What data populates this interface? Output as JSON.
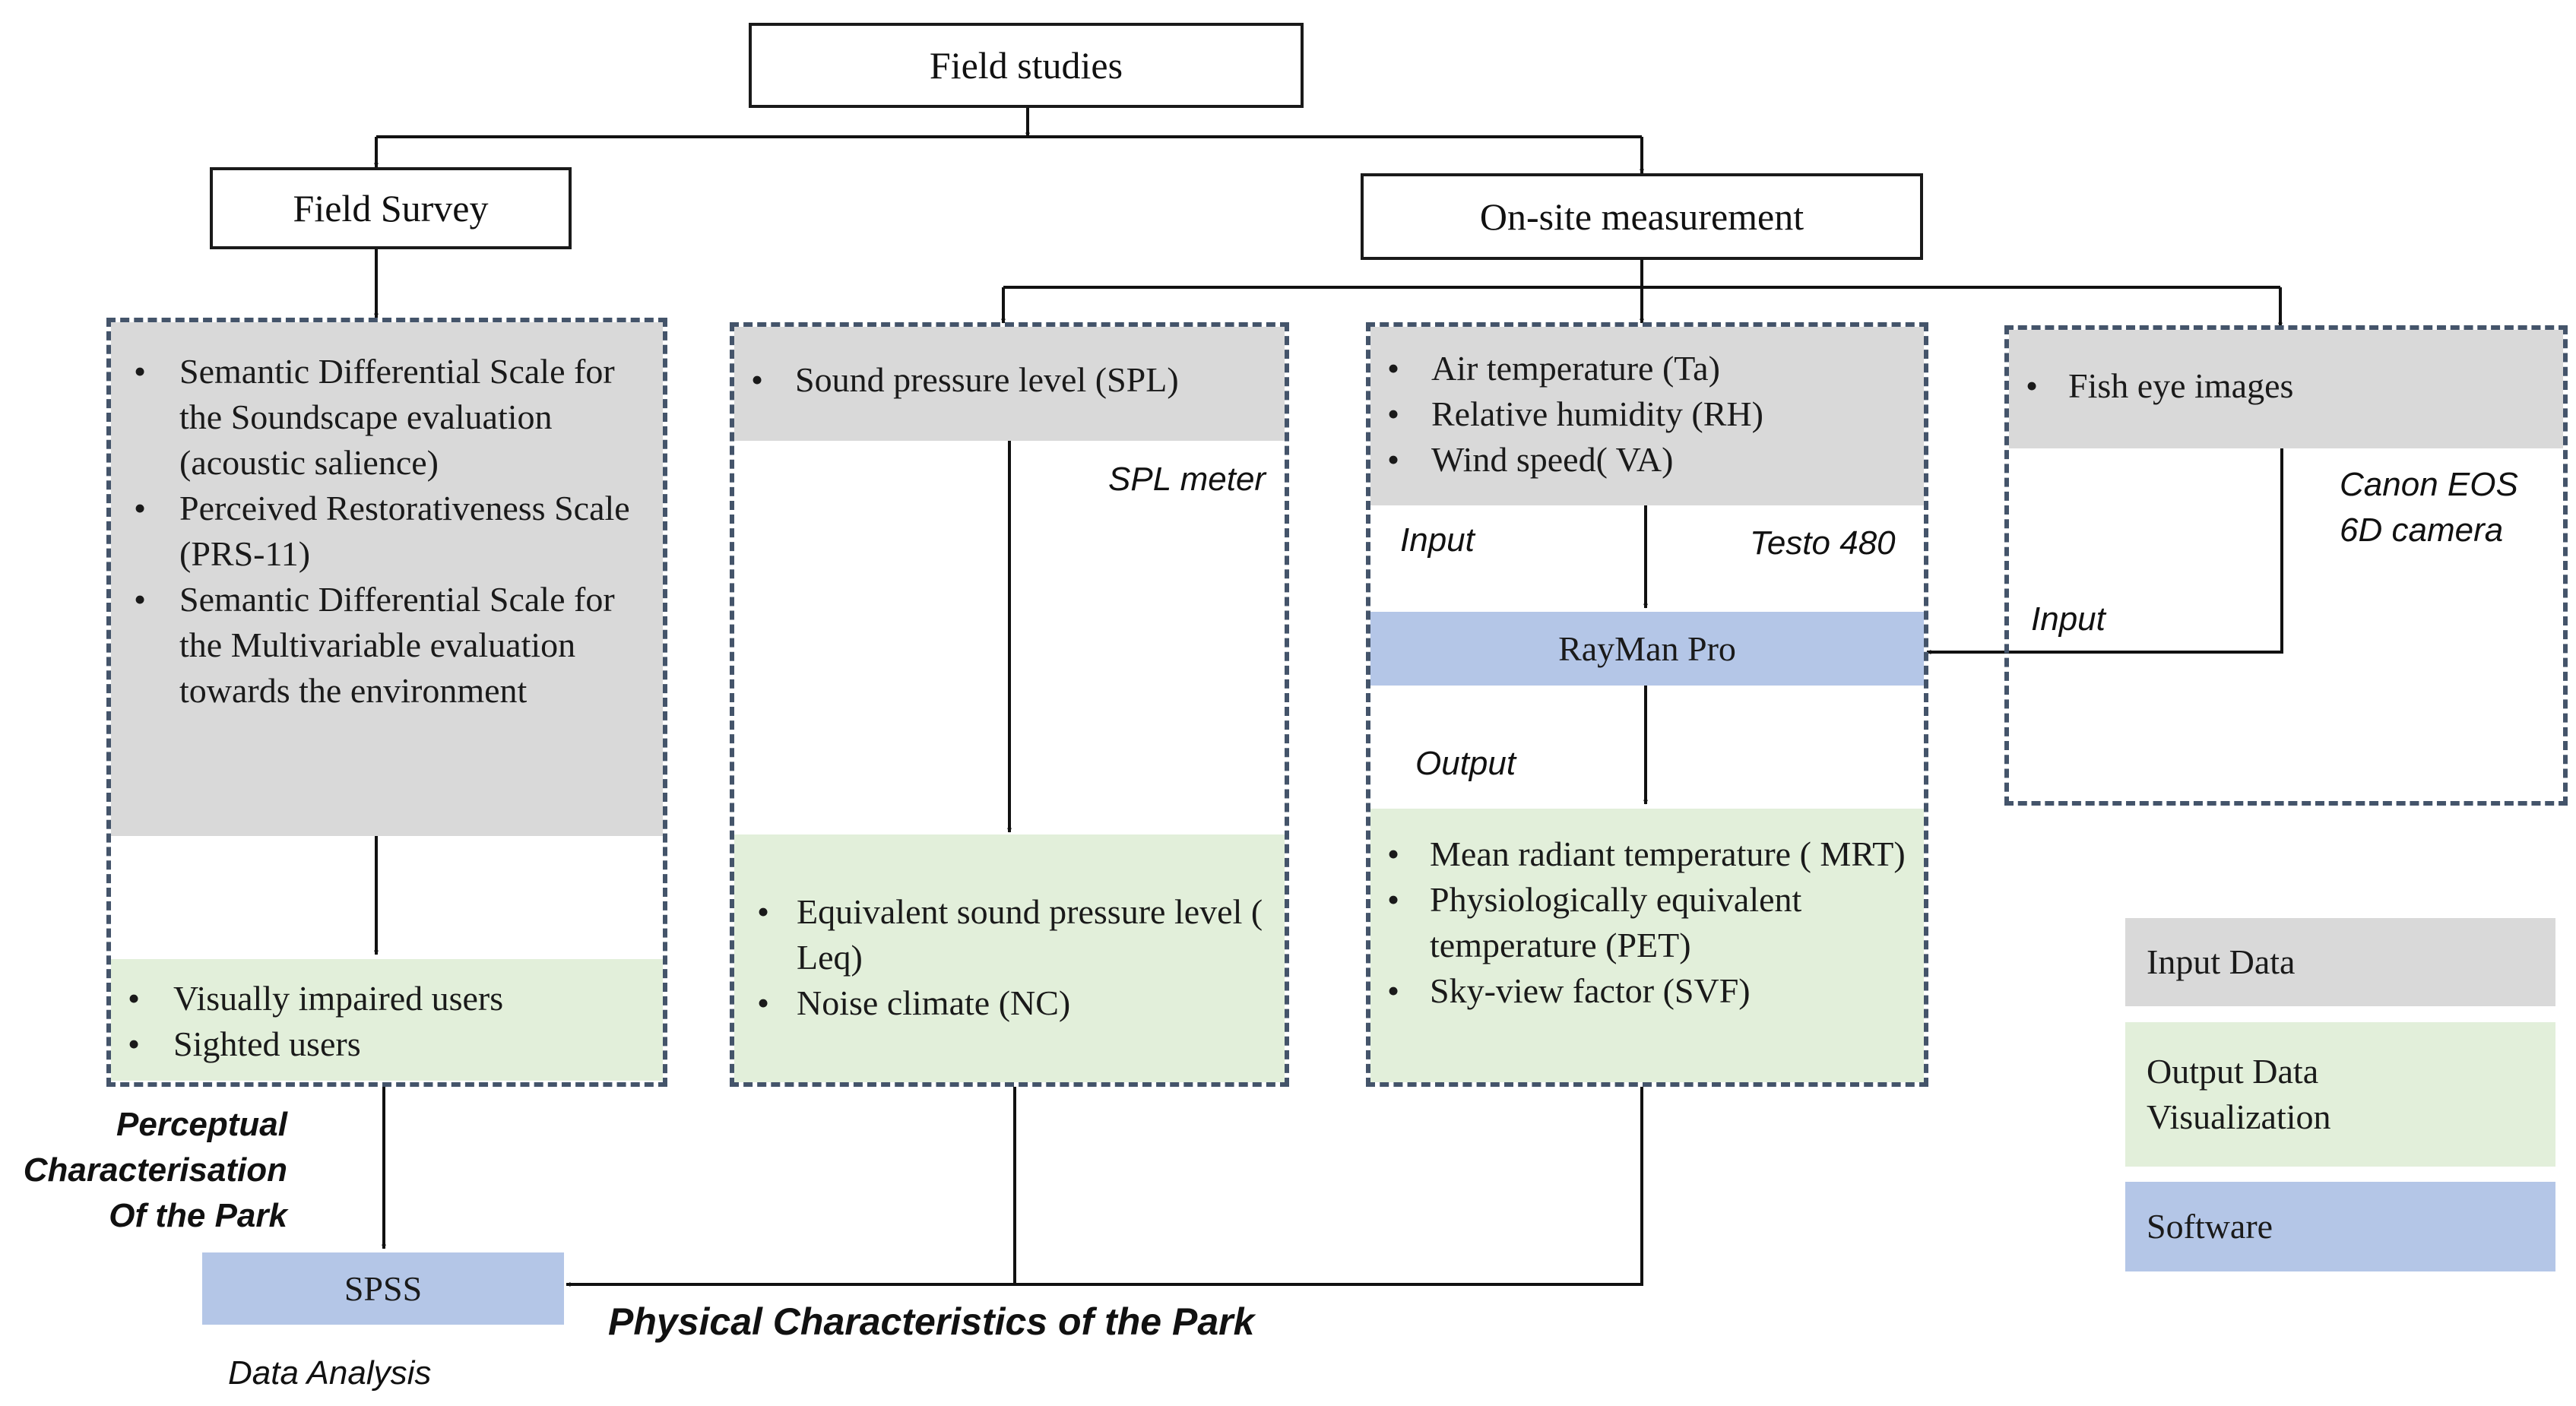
{
  "top": {
    "title": "Field studies"
  },
  "field_survey": {
    "title": "Field Survey",
    "inputs": [
      "Semantic Differential Scale for the Soundscape evaluation (acoustic salience)",
      "Perceived Restorativeness Scale (PRS-11)",
      "Semantic Differential Scale for the Multivariable evaluation towards the environment"
    ],
    "outputs": [
      "Visually impaired users",
      "Sighted users"
    ]
  },
  "onsite": {
    "title": "On-site measurement",
    "spl": {
      "input": "Sound pressure level (SPL)",
      "instrument": "SPL meter",
      "outputs": [
        "Equivalent sound pressure level ( Leq)",
        "Noise climate (NC)"
      ]
    },
    "climate": {
      "inputs": [
        "Air temperature (Ta)",
        "Relative humidity (RH)",
        "Wind speed( VA)"
      ],
      "input_label": "Input",
      "instrument": "Testo 480",
      "software": "RayMan Pro",
      "output_label": "Output",
      "outputs": [
        "Mean radiant temperature ( MRT)",
        "Physiologically equivalent temperature (PET)",
        "Sky-view factor (SVF)"
      ]
    },
    "fisheye": {
      "input": "Fish eye images",
      "instrument": "Canon EOS 6D camera",
      "input_label": "Input"
    }
  },
  "analysis": {
    "software": "SPSS",
    "caption": "Data Analysis",
    "perceptual_label": "Perceptual Characterisation Of the Park",
    "physical_label": "Physical Characteristics of the Park"
  },
  "legend": {
    "input": "Input Data",
    "output": "Output Data Visualization",
    "software": "Software"
  },
  "colors": {
    "input_fill": "#d9d9d9",
    "output_fill": "#e2efda",
    "software_fill": "#b4c6e7",
    "dashed_border": "#44546a"
  }
}
